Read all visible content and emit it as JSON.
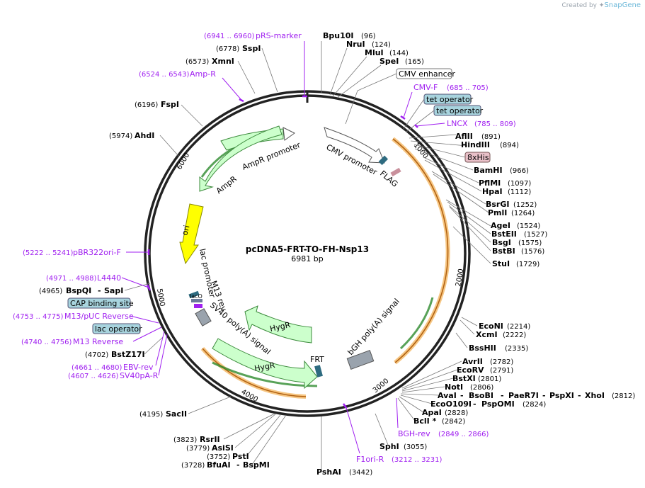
{
  "brand": {
    "prefix": "Created by",
    "name": "SnapGene"
  },
  "plasmid": {
    "name": "pcDNA5-FRT-TO-FH-Nsp13",
    "length": "6981 bp"
  },
  "ticks": [
    "1000",
    "2000",
    "3000",
    "4000",
    "5000",
    "6000"
  ],
  "features": {
    "cmv_promoter": "CMV promoter",
    "flag": "FLAG",
    "ampr_promoter": "AmpR promoter",
    "ampr": "AmpR",
    "ori": "ori",
    "lac_promoter": "lac promoter",
    "m13_rev": "M13 rev",
    "lac_op": "lacO",
    "sv40_polya": "SV40 poly(A) signal",
    "hygr_1": "HygR",
    "hygr_2": "HygR",
    "frt": "FRT",
    "bgh_polya": "bGH poly(A) signal"
  },
  "boxed_labels": {
    "cmv_enhancer": "CMV enhancer",
    "tet_operator_1": "tet operator",
    "tet_operator_2": "tet operator",
    "his8": "8xHis",
    "cap_site": "CAP binding site",
    "lac_operator": "lac operator"
  },
  "colors": {
    "ring": "#222222",
    "arrow_fill": "#ccffcc",
    "arrow_stroke": "#3c8a3c",
    "ori": "#ffff00",
    "highlight": "#f0a030",
    "primer": "#a020f0",
    "cds_line": "#2e8b2e",
    "box_blue": "#a8d4de",
    "box_pink": "#e8c0c8"
  },
  "enzymes": [
    {
      "name": "Bpu10I",
      "pos": "(96)"
    },
    {
      "name": "NruI",
      "pos": "(124)"
    },
    {
      "name": "MluI",
      "pos": "(144)"
    },
    {
      "name": "SpeI",
      "pos": "(165)"
    },
    {
      "name": "AflII",
      "pos": "(891)"
    },
    {
      "name": "HindIII",
      "pos": "(894)"
    },
    {
      "name": "BamHI",
      "pos": "(966)"
    },
    {
      "name": "PflMI",
      "pos": "(1097)"
    },
    {
      "name": "HpaI",
      "pos": "(1112)"
    },
    {
      "name": "BsrGI",
      "pos": "(1252)"
    },
    {
      "name": "PmlI",
      "pos": "(1264)"
    },
    {
      "name": "AgeI",
      "pos": "(1524)"
    },
    {
      "name": "BstEII",
      "pos": "(1527)"
    },
    {
      "name": "BsgI",
      "pos": "(1575)"
    },
    {
      "name": "BstBI",
      "pos": "(1576)"
    },
    {
      "name": "StuI",
      "pos": "(1729)"
    },
    {
      "name": "EcoNI",
      "pos": "(2214)"
    },
    {
      "name": "XcmI",
      "pos": "(2222)"
    },
    {
      "name": "BssHII",
      "pos": "(2335)"
    },
    {
      "name": "AvrII",
      "pos": "(2782)"
    },
    {
      "name": "EcoRV",
      "pos": "(2791)"
    },
    {
      "name": "BstXI",
      "pos": "(2801)"
    },
    {
      "name": "NotI",
      "pos": "(2806)"
    },
    {
      "name": "AvaI",
      "pos": ""
    },
    {
      "name": "BsoBI",
      "pos": ""
    },
    {
      "name": "PaeR7I",
      "pos": ""
    },
    {
      "name": "PspXI",
      "pos": ""
    },
    {
      "name": "XhoI",
      "pos": "(2812)"
    },
    {
      "name": "EcoO109I",
      "pos": ""
    },
    {
      "name": "PspOMI",
      "pos": "(2824)"
    },
    {
      "name": "ApaI",
      "pos": "(2828)"
    },
    {
      "name": "BclI *",
      "pos": "(2842)"
    },
    {
      "name": "SphI",
      "pos": "(3055)"
    },
    {
      "name": "PshAI",
      "pos": "(3442)"
    },
    {
      "name": "BfuAI",
      "pos": "(3728)"
    },
    {
      "name": "BspMI",
      "pos": ""
    },
    {
      "name": "PstI",
      "pos": "(3752)"
    },
    {
      "name": "AsiSI",
      "pos": "(3779)"
    },
    {
      "name": "RsrII",
      "pos": "(3823)"
    },
    {
      "name": "SacII",
      "pos": "(4195)"
    },
    {
      "name": "BstZ17I",
      "pos": "(4702)"
    },
    {
      "name": "BspQI",
      "pos": "(4965)"
    },
    {
      "name": "SapI",
      "pos": ""
    },
    {
      "name": "AhdI",
      "pos": "(5974)"
    },
    {
      "name": "FspI",
      "pos": "(6196)"
    },
    {
      "name": "XmnI",
      "pos": "(6573)"
    },
    {
      "name": "SspI",
      "pos": "(6778)"
    }
  ],
  "primers": [
    {
      "name": "pRS-marker",
      "range": "(6941 .. 6960)"
    },
    {
      "name": "Amp-R",
      "range": "(6524 .. 6543)"
    },
    {
      "name": "CMV-F",
      "range": "(685 .. 705)"
    },
    {
      "name": "LNCX",
      "range": "(785 .. 809)"
    },
    {
      "name": "BGH-rev",
      "range": "(2849 .. 2866)"
    },
    {
      "name": "F1ori-R",
      "range": "(3212 .. 3231)"
    },
    {
      "name": "pBR322ori-F",
      "range": "(5222 .. 5241)"
    },
    {
      "name": "L4440",
      "range": "(4971 .. 4988)"
    },
    {
      "name": "M13/pUC Reverse",
      "range": "(4753 .. 4775)"
    },
    {
      "name": "M13 Reverse",
      "range": "(4740 .. 4756)"
    },
    {
      "name": "EBV-rev",
      "range": "(4661 .. 4680)"
    },
    {
      "name": "SV40pA-R",
      "range": "(4607 .. 4626)"
    }
  ]
}
